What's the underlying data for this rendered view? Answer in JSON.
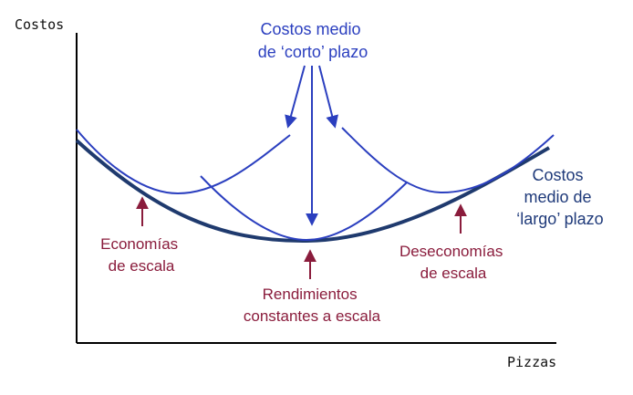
{
  "axes": {
    "y_label": "Costos",
    "x_label": "Pizzas"
  },
  "labels": {
    "short_run": [
      "Costos medio",
      "de ‘corto’ plazo"
    ],
    "long_run": [
      "Costos",
      "medio de",
      "‘largo’ plazo"
    ],
    "economies": [
      "Economías",
      "de escala"
    ],
    "constant": [
      "Rendimientos",
      "constantes a escala"
    ],
    "diseconomies": [
      "Deseconomías",
      "de escala"
    ]
  },
  "colors": {
    "short_run_curves": "#2b3fbf",
    "long_run_curve": "#1f3a6e",
    "annotation_arrows": "#8a1c3c",
    "axis": "#000000"
  }
}
